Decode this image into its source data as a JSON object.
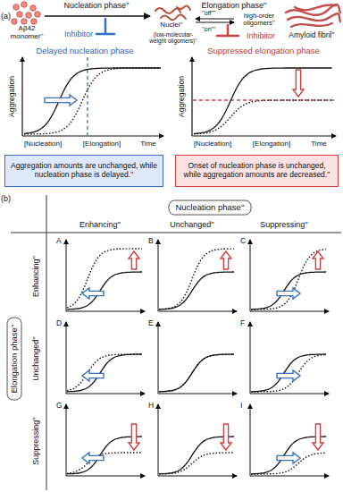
{
  "diagram": {
    "nodes": [
      {
        "text": [
          "Aggregation amounts are unchanged, while nucleation phase is delayed.''"
        ]
      },
      {
        "text": [
          "Onset of nucleation phase is unchanged, while aggregation amounts are decreased.''"
        ]
      },
      {
        "text": [
          "Nucleation phase''"
        ]
      },
      {
        "text": [
          "Elongation phase''"
        ]
      }
    ],
    "labels": [
      "(a)",
      "Aβ42 monomer''",
      "Nucleation phase''",
      "Inhibitor",
      "Nuclei''",
      "(low-molecular-weight oligomers)''",
      "Elongation phase''",
      "\"off\"''",
      "\"on\"''",
      "high-order oligomers''",
      "Inhibitor",
      "Amyloid fibril''",
      "Delayed nucleation phase",
      "Suppressed elongation phase",
      "Aggregation",
      "Time",
      "[Nucleation]",
      "[Elongation]",
      "Aggregation",
      "Time",
      "[Nucleation]",
      "[Elongation]",
      "(b)",
      "Enhancing''",
      "Unchanged''",
      "Suppressing''",
      "Enhancing''",
      "Unchanged''",
      "Suppressing''",
      "A",
      "B",
      "C",
      "D",
      "E",
      "F",
      "G",
      "H",
      "I"
    ]
  }
}
